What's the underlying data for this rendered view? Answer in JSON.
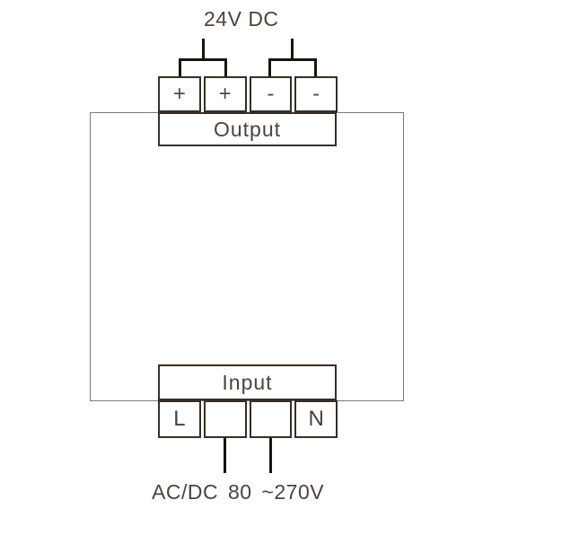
{
  "diagram": {
    "top_label": "24V DC",
    "bottom_label": "AC/DC 80 ~270V",
    "output_block": {
      "label": "Output",
      "terminals": [
        "+",
        "+",
        "-",
        "-"
      ]
    },
    "input_block": {
      "label": "Input",
      "terminals": [
        "L",
        "",
        "",
        "N"
      ]
    },
    "colors": {
      "wire": "#1a1410",
      "terminal_border": "#362e27",
      "device_outline": "#7d7772",
      "text": "#4b443e"
    }
  }
}
